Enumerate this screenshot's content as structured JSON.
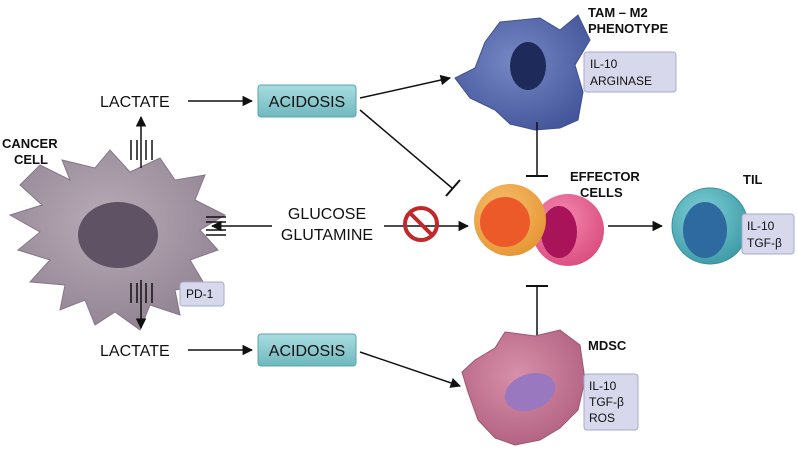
{
  "cancer_cell": {
    "label_line1": "CANCER",
    "label_line2": "CELL",
    "marker": "PD-1"
  },
  "lactate_top": "LACTATE",
  "lactate_bottom": "LACTATE",
  "acidosis_top": "ACIDOSIS",
  "acidosis_bottom": "ACIDOSIS",
  "nutrients": {
    "line1": "GLUCOSE",
    "line2": "GLUTAMINE"
  },
  "tam": {
    "title_line1": "TAM – M2",
    "title_line2": "PHENOTYPE",
    "markers": [
      "IL-10",
      "ARGINASE"
    ]
  },
  "effector": {
    "title_line1": "EFFECTOR",
    "title_line2": "CELLS"
  },
  "til": {
    "title": "TIL",
    "markers": [
      "IL-10",
      "TGF-β"
    ]
  },
  "mdsc": {
    "title": "MDSC",
    "markers": [
      "IL-10",
      "TGF-β",
      "ROS"
    ]
  },
  "colors": {
    "cancer_cell": "#9b8d99",
    "tam": "#5567a8",
    "mdsc": "#c4708f",
    "effector_orange": "#f0a040",
    "effector_pink": "#e85a8a",
    "til": "#4fb0ba",
    "acidosis_box": "#7fc4c9",
    "marker_box": "#d7d8ec",
    "no_symbol": "#c0282a"
  },
  "icons": {
    "no_symbol": "prohibition-icon"
  }
}
